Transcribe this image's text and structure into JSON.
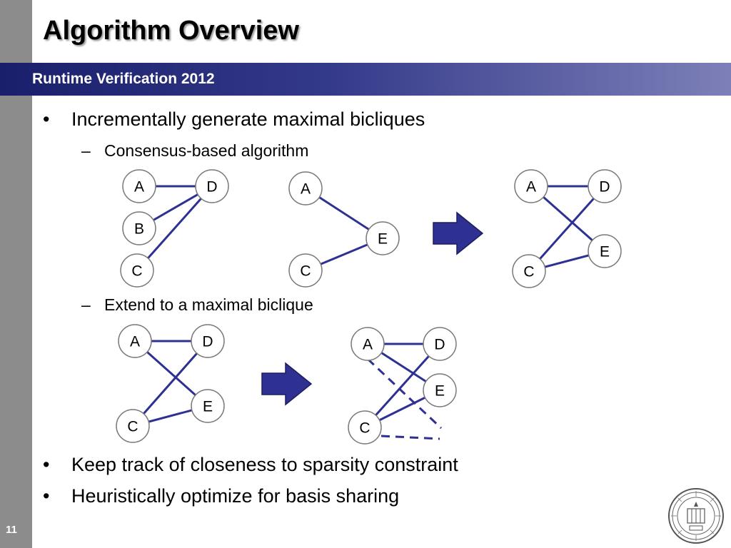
{
  "slide": {
    "title": "Algorithm Overview",
    "banner": "Runtime Verification 2012",
    "page_number": "11"
  },
  "bullets": [
    "Incrementally generate maximal bicliques",
    "Keep track of closeness to sparsity constraint",
    "Heuristically optimize for basis sharing"
  ],
  "sub_bullets": [
    "Consensus-based algorithm",
    "Extend to a maximal biclique"
  ],
  "bullet_marker": "•",
  "sub_marker": "–",
  "node_labels": {
    "a": "A",
    "b": "B",
    "c": "C",
    "d": "D",
    "e": "E"
  },
  "colors": {
    "edge": "#2e3192",
    "arrow_fill": "#2e3192",
    "banner_start": "#1a1f6b",
    "banner_end": "#7d80b8",
    "sidebar": "#8c8c8c"
  }
}
